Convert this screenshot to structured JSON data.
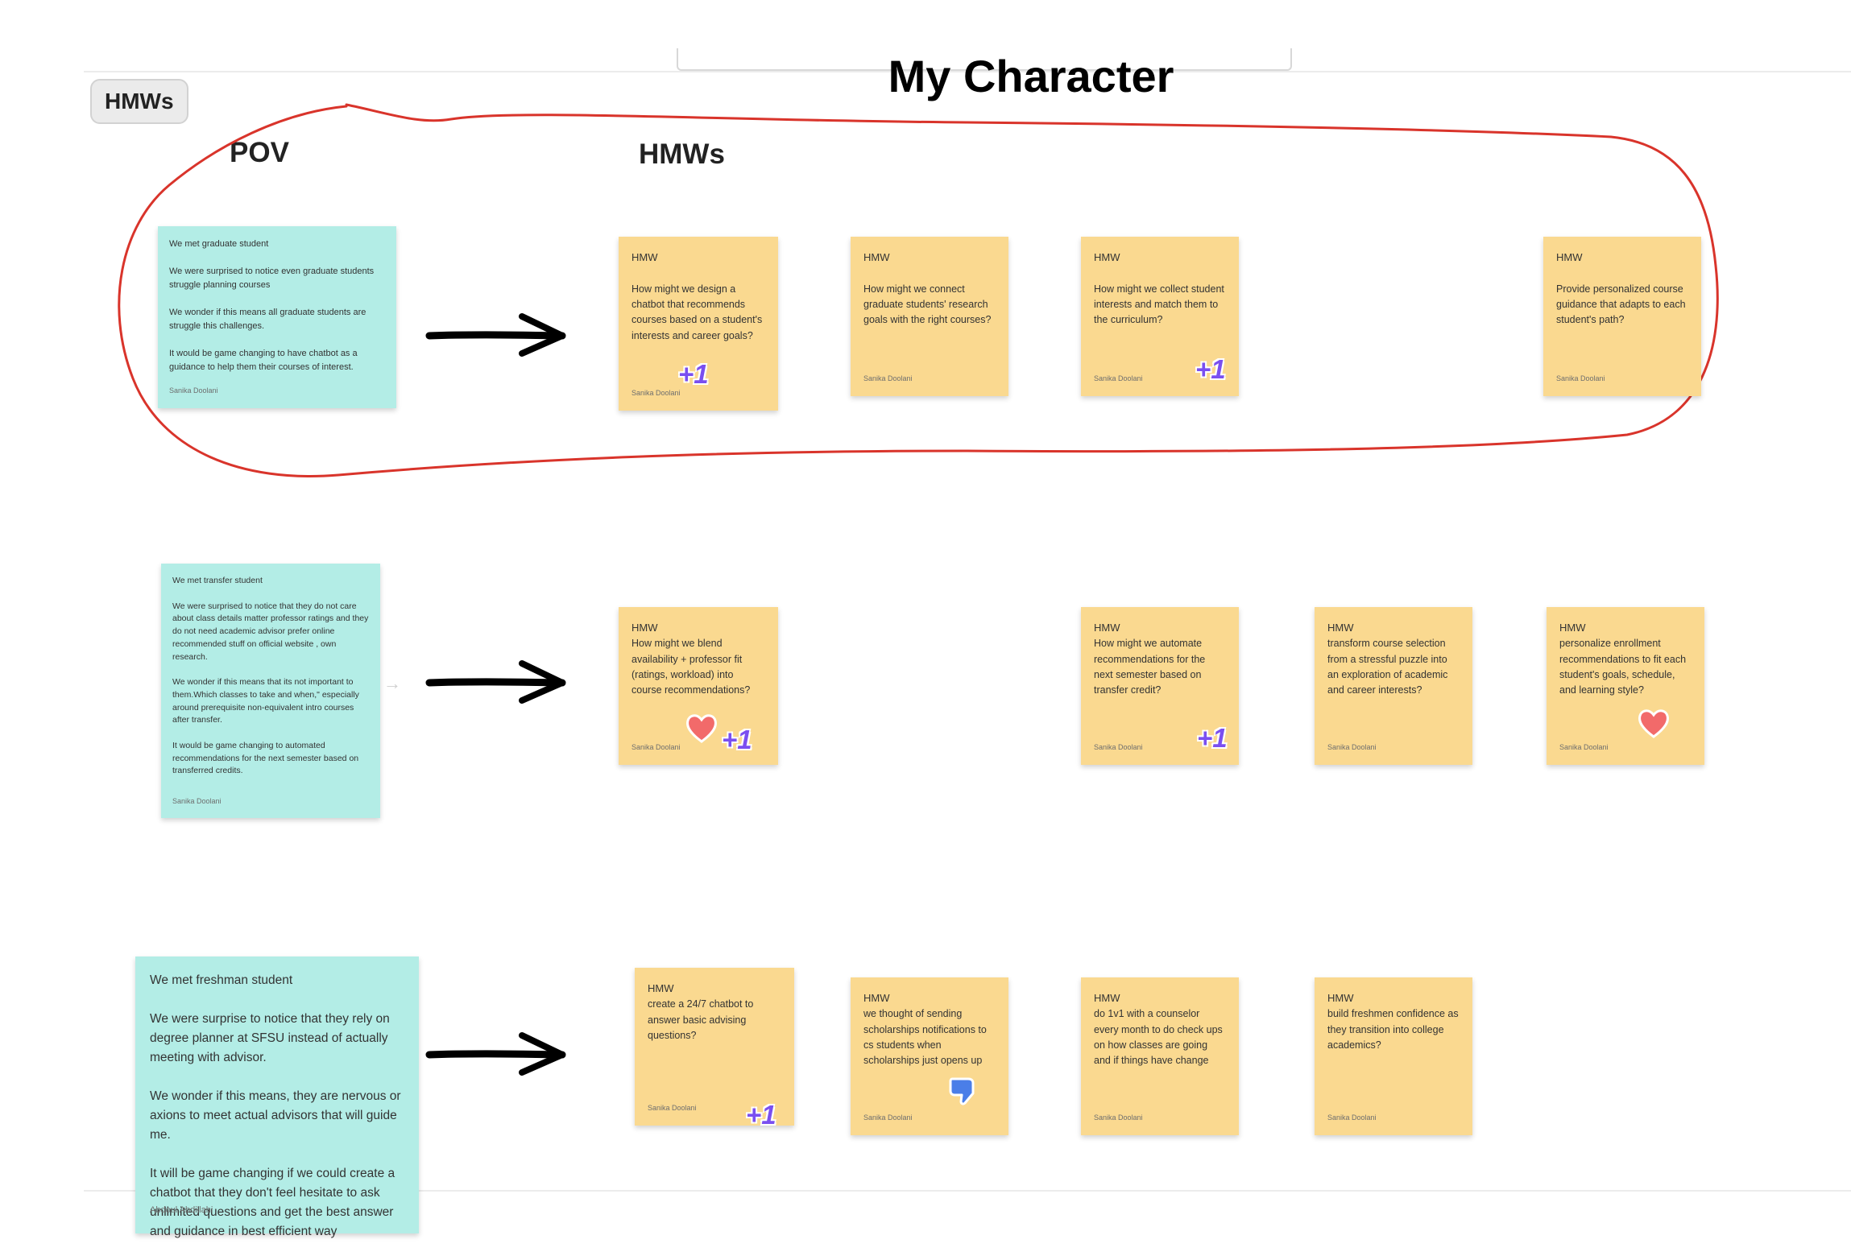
{
  "page_title": "My Character",
  "section_tag": "HMWs",
  "col_labels": {
    "pov": "POV",
    "hmws": "HMWs"
  },
  "colors": {
    "pov_sticky": "#b3ede6",
    "hmw_sticky": "#fad990",
    "lasso": "#d9342b",
    "plus_one": "#7a4ff0",
    "heart": "#f26a6a",
    "thumbs_down": "#4a7ee8"
  },
  "rows": [
    {
      "pov": {
        "lines": "We met graduate student\n\nWe were surprised to notice even graduate students struggle planning courses\n\nWe wonder if this means all graduate students are struggle this challenges.\n\nIt would be game changing to have chatbot as a guidance to help them their courses of interest.",
        "author": "Sanika Doolani"
      },
      "hmws": [
        {
          "header": "HMW",
          "body": "How might we design a chatbot that recommends courses based on a student's interests and career goals?",
          "author": "Sanika Doolani",
          "plus_one": "+1"
        },
        {
          "header": "HMW",
          "body": "How might we connect graduate students' research goals with the right courses?",
          "author": "Sanika Doolani"
        },
        {
          "header": "HMW",
          "body": "How might we collect student interests and match them to the curriculum?",
          "author": "Sanika Doolani",
          "plus_one": "+1"
        },
        {
          "header": "HMW",
          "body": "Provide personalized course guidance that adapts to each student's path?",
          "author": "Sanika Doolani"
        }
      ]
    },
    {
      "pov": {
        "lines": "We met transfer student\n\nWe were surprised to notice that they do not care about class details  matter professor ratings and they do not need academic advisor prefer online recommended stuff on official website , own research.\n\nWe wonder if this means that its not important to them.Which classes to take and when,\" especially around prerequisite non-equivalent intro courses after transfer.\n\nIt would be game changing to automated recommendations for the next semester based on transferred credits.",
        "author": "Sanika Doolani"
      },
      "hmws": [
        {
          "header": "HMW",
          "body": "How might we blend availability + professor fit (ratings, workload) into course recommendations?",
          "author": "Sanika Doolani",
          "plus_one": "+1",
          "reaction": "heart"
        },
        {
          "header": "HMW",
          "body": "How might we automate recommendations for the next semester based on transfer credit?",
          "author": "Sanika Doolani",
          "plus_one": "+1"
        },
        {
          "header": "HMW",
          "body": "transform course selection from a stressful puzzle into an exploration of academic and career interests?",
          "author": "Sanika Doolani"
        },
        {
          "header": "HMW",
          "body": "personalize enrollment recommendations to fit each student's goals, schedule, and learning style?",
          "author": "Sanika Doolani",
          "reaction": "heart"
        }
      ]
    },
    {
      "pov": {
        "lines": "We met freshman student\n\nWe were surprise to notice that they rely on degree planner at SFSU instead of actually meeting with advisor.\n\nWe wonder if this means, they are nervous or axions to meet actual advisors that will guide me.\n\nIt will be game changing if we could create a chatbot that they don't feel hesitate to ask unlimited questions and get the best answer and guidance in best efficient way",
        "author": "Abdoul Abdillahi"
      },
      "hmws": [
        {
          "header": "HMW",
          "body": "create a 24/7 chatbot to answer basic advising questions?",
          "author": "Sanika Doolani",
          "plus_one": "+1"
        },
        {
          "header": "HMW",
          "body": "we thought of sending scholarships notifications to cs students when scholarships just opens up",
          "author": "Sanika Doolani",
          "reaction": "thumbs-down"
        },
        {
          "header": "HMW",
          "body": "do 1v1  with a counselor every month to do check ups on how classes are going and if things have change",
          "author": "Sanika Doolani"
        },
        {
          "header": "HMW",
          "body": "build freshmen confidence as they transition into college academics?",
          "author": "Sanika Doolani"
        }
      ]
    }
  ]
}
